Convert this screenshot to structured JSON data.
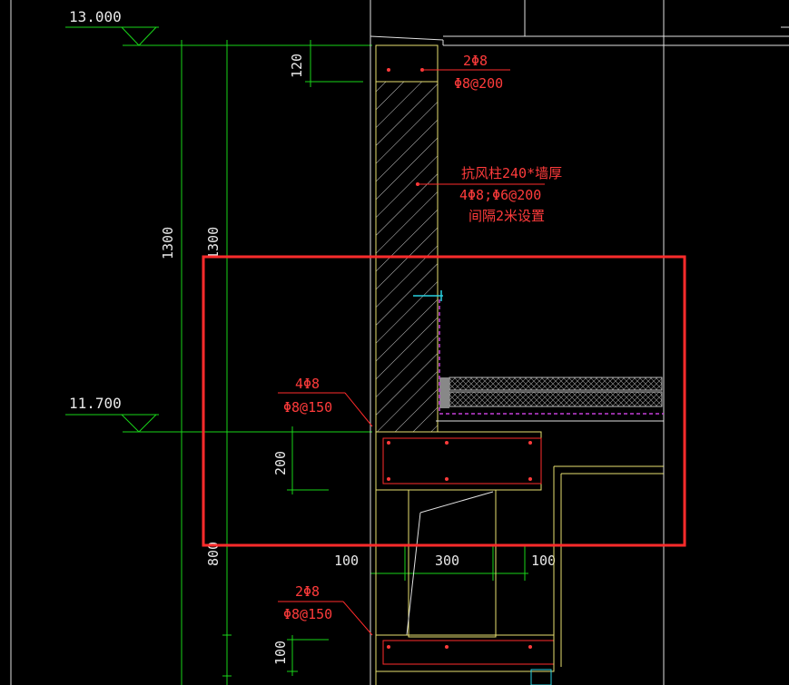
{
  "drawing": {
    "elevations": {
      "top": "13.000",
      "lower": "11.700"
    },
    "dimensions": {
      "slab_top": "120",
      "total_height_a": "1300",
      "total_height_b": "1300",
      "beam_upper": "200",
      "beam_lower": "100",
      "section_800": "800",
      "width_left": "100",
      "width_mid": "300",
      "width_right": "100"
    },
    "rebar_notes": {
      "top_bars": "2Φ8",
      "top_stirrups": "Φ8@200",
      "column_title": "抗风柱240*墙厚",
      "column_bars": "4Φ8;Φ6@200",
      "column_spacing": "间隔2米设置",
      "beam_bars": "4Φ8",
      "beam_stirrups": "Φ8@150",
      "bottom_bars": "2Φ8",
      "bottom_stirrups": "Φ8@150"
    },
    "highlight_color": "#ff2b2b",
    "annotation_color": "#ff3b3b",
    "line_color": "#19d419"
  }
}
